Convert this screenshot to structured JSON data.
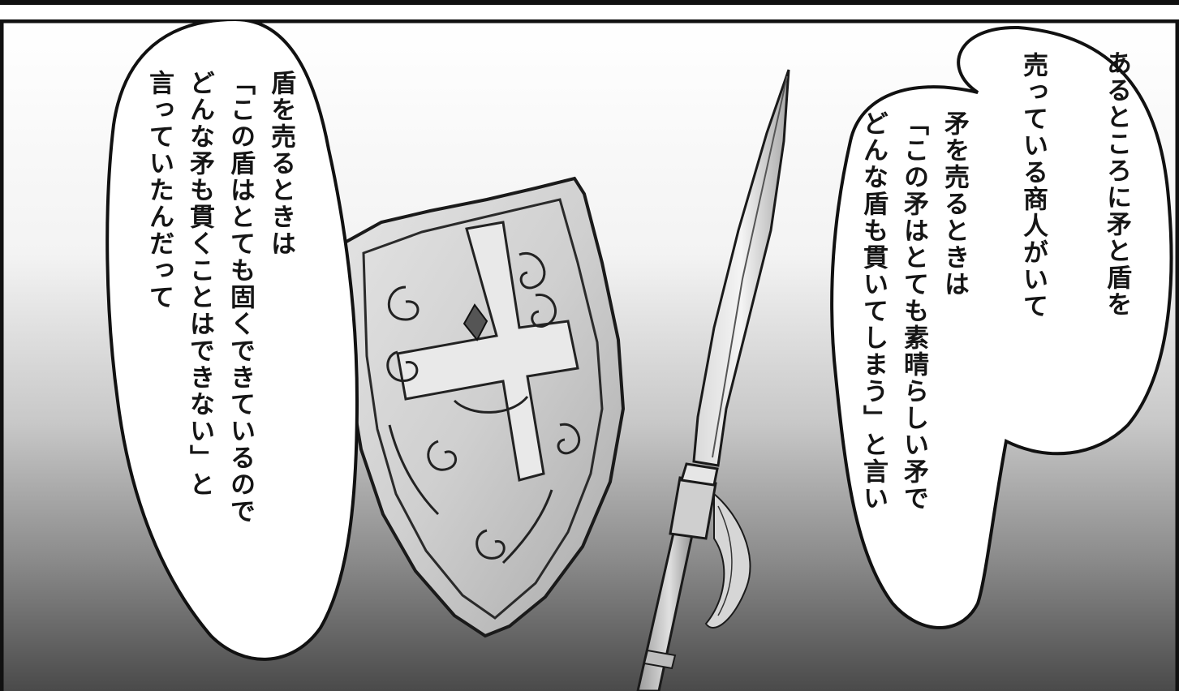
{
  "right_bubble": {
    "col1": "あるところに矛と盾を",
    "col2": "売っている商人がいて",
    "col3": "矛を売るときは",
    "col4": "「この矛はとても素晴らしい矛で",
    "col5": "どんな盾も貫いてしまう」と言い"
  },
  "left_bubble": {
    "col1": "盾を売るときは",
    "col2": "「この盾はとても固くできているので",
    "col3": "どんな矛も貫くことはできない」と",
    "col4": "言っていたんだって"
  },
  "illustration": {
    "shield": "shield-drawing",
    "spear": "spear-drawing"
  }
}
